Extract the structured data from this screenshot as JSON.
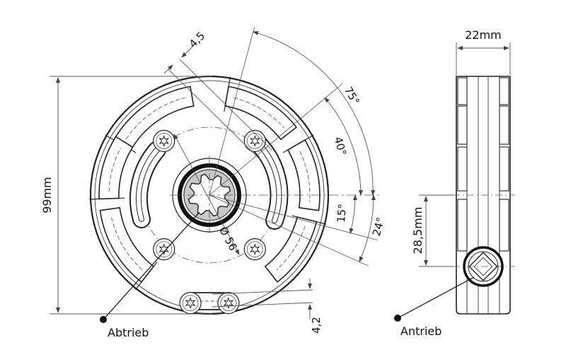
{
  "colors": {
    "line": "#222222",
    "dim_line": "#555555",
    "hub_fill": "#c8c8c8",
    "hub_ring": "#111111",
    "background": "#ffffff"
  },
  "front_view": {
    "dimensions": {
      "height_total": "99mm",
      "slot_width_top": "4,5",
      "angle_75": "75°",
      "angle_40": "40°",
      "angle_15": "15°",
      "angle_24": "24°",
      "hub_diameter": "Ø 56",
      "slot_width_bottom": "4,2"
    },
    "callout": "Abtrieb"
  },
  "side_view": {
    "dimensions": {
      "width_total": "22mm",
      "offset_height": "28,5mm"
    },
    "callout": "Antrieb"
  }
}
